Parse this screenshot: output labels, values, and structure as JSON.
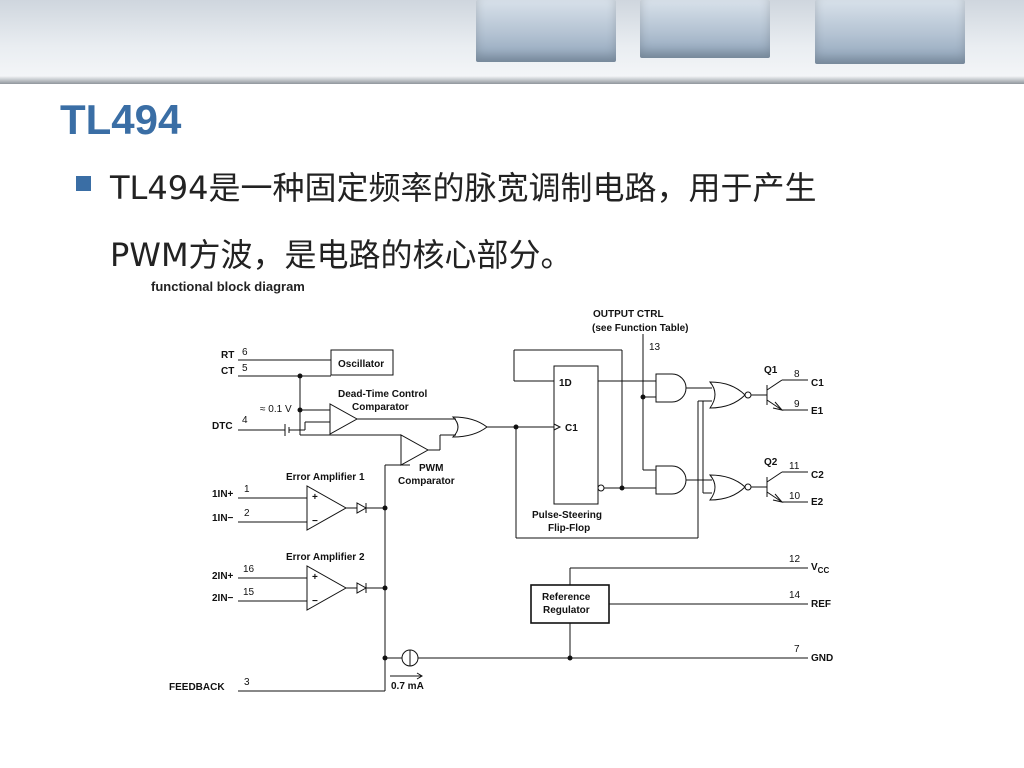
{
  "slide": {
    "title": "TL494",
    "bullet_line1": "TL494是一种固定频率的脉宽调制电路，用于产生",
    "bullet_line2": "PWM方波，是电路的核心部分。"
  },
  "diagram": {
    "title": "functional block diagram",
    "output_ctrl": "OUTPUT CTRL",
    "function_table": "(see Function Table)",
    "blocks": {
      "oscillator": "Oscillator",
      "dead_time_1": "Dead-Time Control",
      "dead_time_2": "Comparator",
      "pwm_1": "PWM",
      "pwm_2": "Comparator",
      "err1": "Error Amplifier 1",
      "err2": "Error Amplifier 2",
      "flipflop_1": "Pulse-Steering",
      "flipflop_2": "Flip-Flop",
      "ref_1": "Reference",
      "ref_2": "Regulator",
      "ff_1d": "1D",
      "ff_c1": "C1",
      "current": "0.7 mA",
      "dtc_offset": "≈ 0.1 V",
      "q1": "Q1",
      "q2": "Q2"
    },
    "pins_left": [
      {
        "name": "RT",
        "num": "6"
      },
      {
        "name": "CT",
        "num": "5"
      },
      {
        "name": "DTC",
        "num": "4"
      },
      {
        "name": "1IN+",
        "num": "1"
      },
      {
        "name": "1IN−",
        "num": "2"
      },
      {
        "name": "2IN+",
        "num": "16"
      },
      {
        "name": "2IN−",
        "num": "15"
      },
      {
        "name": "FEEDBACK",
        "num": "3"
      }
    ],
    "pins_right": [
      {
        "name": "C1",
        "num": "8"
      },
      {
        "name": "E1",
        "num": "9"
      },
      {
        "name": "C2",
        "num": "11"
      },
      {
        "name": "E2",
        "num": "10"
      },
      {
        "name": "V",
        "sub": "CC",
        "num": "12"
      },
      {
        "name": "REF",
        "num": "14"
      },
      {
        "name": "GND",
        "num": "7"
      }
    ],
    "pin13": "13"
  }
}
